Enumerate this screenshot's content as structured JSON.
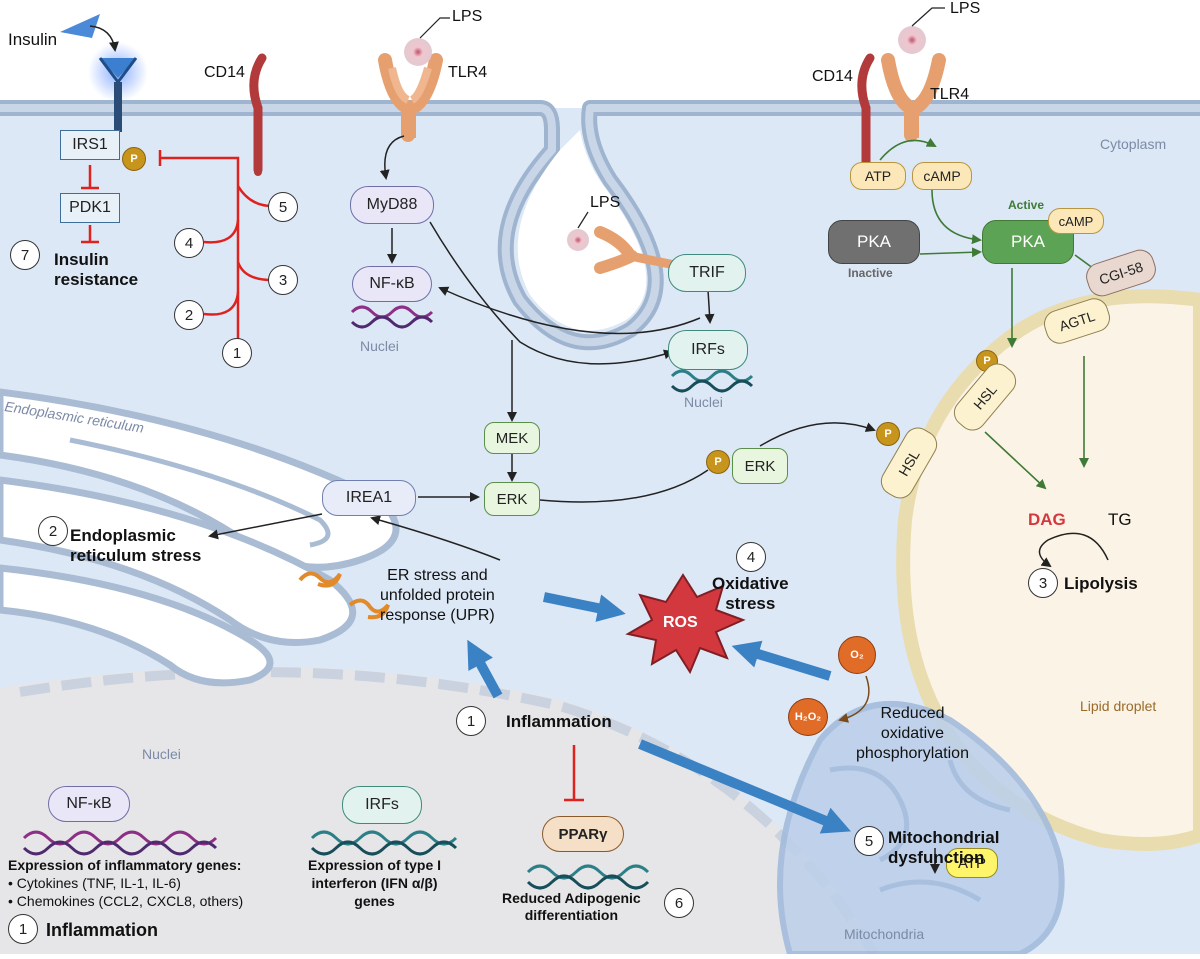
{
  "labels": {
    "insulin": "Insulin",
    "lps_top": "LPS",
    "lps_top_right": "LPS",
    "lps_vesicle": "LPS",
    "cd14_left": "CD14",
    "tlr4_left": "TLR4",
    "cd14_right": "CD14",
    "tlr4_right": "TLR4",
    "cytoplasm": "Cytoplasm",
    "nuclei_1": "Nuclei",
    "nuclei_2": "Nuclei",
    "nuclei_3": "Nuclei",
    "endoplasmic_reticulum": "Endoplasmic reticulum",
    "lipid_droplet": "Lipid droplet",
    "mitochondria": "Mitochondria",
    "active": "Active",
    "inactive": "Inactive",
    "dag": "DAG",
    "tg": "TG",
    "ros": "ROS",
    "o2": "O₂",
    "h2o2": "H₂O₂",
    "er_stress": [
      "ER stress and",
      "unfolded protein",
      "response (UPR)"
    ],
    "reduced_oxphos": [
      "Reduced",
      "oxidative",
      "phosphorylation"
    ]
  },
  "nodes": {
    "irs1": "IRS1",
    "pdk1": "PDK1",
    "myd88": "MyD88",
    "nfkb_cyto": "NF-κB",
    "trif": "TRIF",
    "irfs_cyto": "IRFs",
    "mek": "MEK",
    "erk_center": "ERK",
    "erk_right": "ERK",
    "irea1": "IREA1",
    "pka_inactive": "PKA",
    "pka_active": "PKA",
    "camp_bound": "cAMP",
    "atp_top": "ATP",
    "camp_top": "cAMP",
    "cgi58": "CGI-58",
    "agtl": "AGTL",
    "hsl_1": "HSL",
    "hsl_2": "HSL",
    "nfkb_nucleus": "NF-κB",
    "irfs_nucleus": "IRFs",
    "ppar": "PPARγ",
    "atp_mito": "ATP",
    "p": "P"
  },
  "outcomes": {
    "insulin_resistance": {
      "num": "7",
      "text": [
        "Insulin",
        "resistance"
      ]
    },
    "er_stress": {
      "num": "2",
      "text": [
        "Endoplasmic",
        "reticulum stress"
      ]
    },
    "oxidative_stress": {
      "num": "4",
      "text": [
        "Oxidative",
        "stress"
      ]
    },
    "lipolysis": {
      "num": "3",
      "text": [
        "Lipolysis"
      ]
    },
    "inflammation_center": {
      "num": "1",
      "text": [
        "Inflammation"
      ]
    },
    "mito_dysfunction": {
      "num": "5",
      "text": [
        "Mitochondrial",
        "dysfunction"
      ]
    },
    "adipogenic": {
      "num": "6",
      "text": [
        "Reduced Adipogenic",
        "differentiation"
      ]
    },
    "inflammation_bottom": {
      "num": "1",
      "text": [
        "Inflammation"
      ]
    }
  },
  "irs_inhibitor_nums": [
    "5",
    "4",
    "3",
    "2",
    "1"
  ],
  "gene_text": {
    "nfkb_title": "Expression of inflammatory genes:",
    "nfkb_items": [
      "• Cytokines (TNF, IL-1, IL-6)",
      "• Chemokines (CCL2, CXCL8, others)"
    ],
    "irfs_lines": [
      "Expression of type I",
      "interferon (IFN α/β)",
      "genes"
    ]
  },
  "colors": {
    "cytoplasm": "#dde8f6",
    "membrane": "#aabdd5",
    "inhibit": "#e0221f",
    "big_arrow": "#3b82c4",
    "green_arrow": "#3f7a36",
    "dna_purple": "#8d2f86",
    "dna_teal": "#2c7f86",
    "ros": "#d3383f",
    "dag": "#d3383f"
  }
}
